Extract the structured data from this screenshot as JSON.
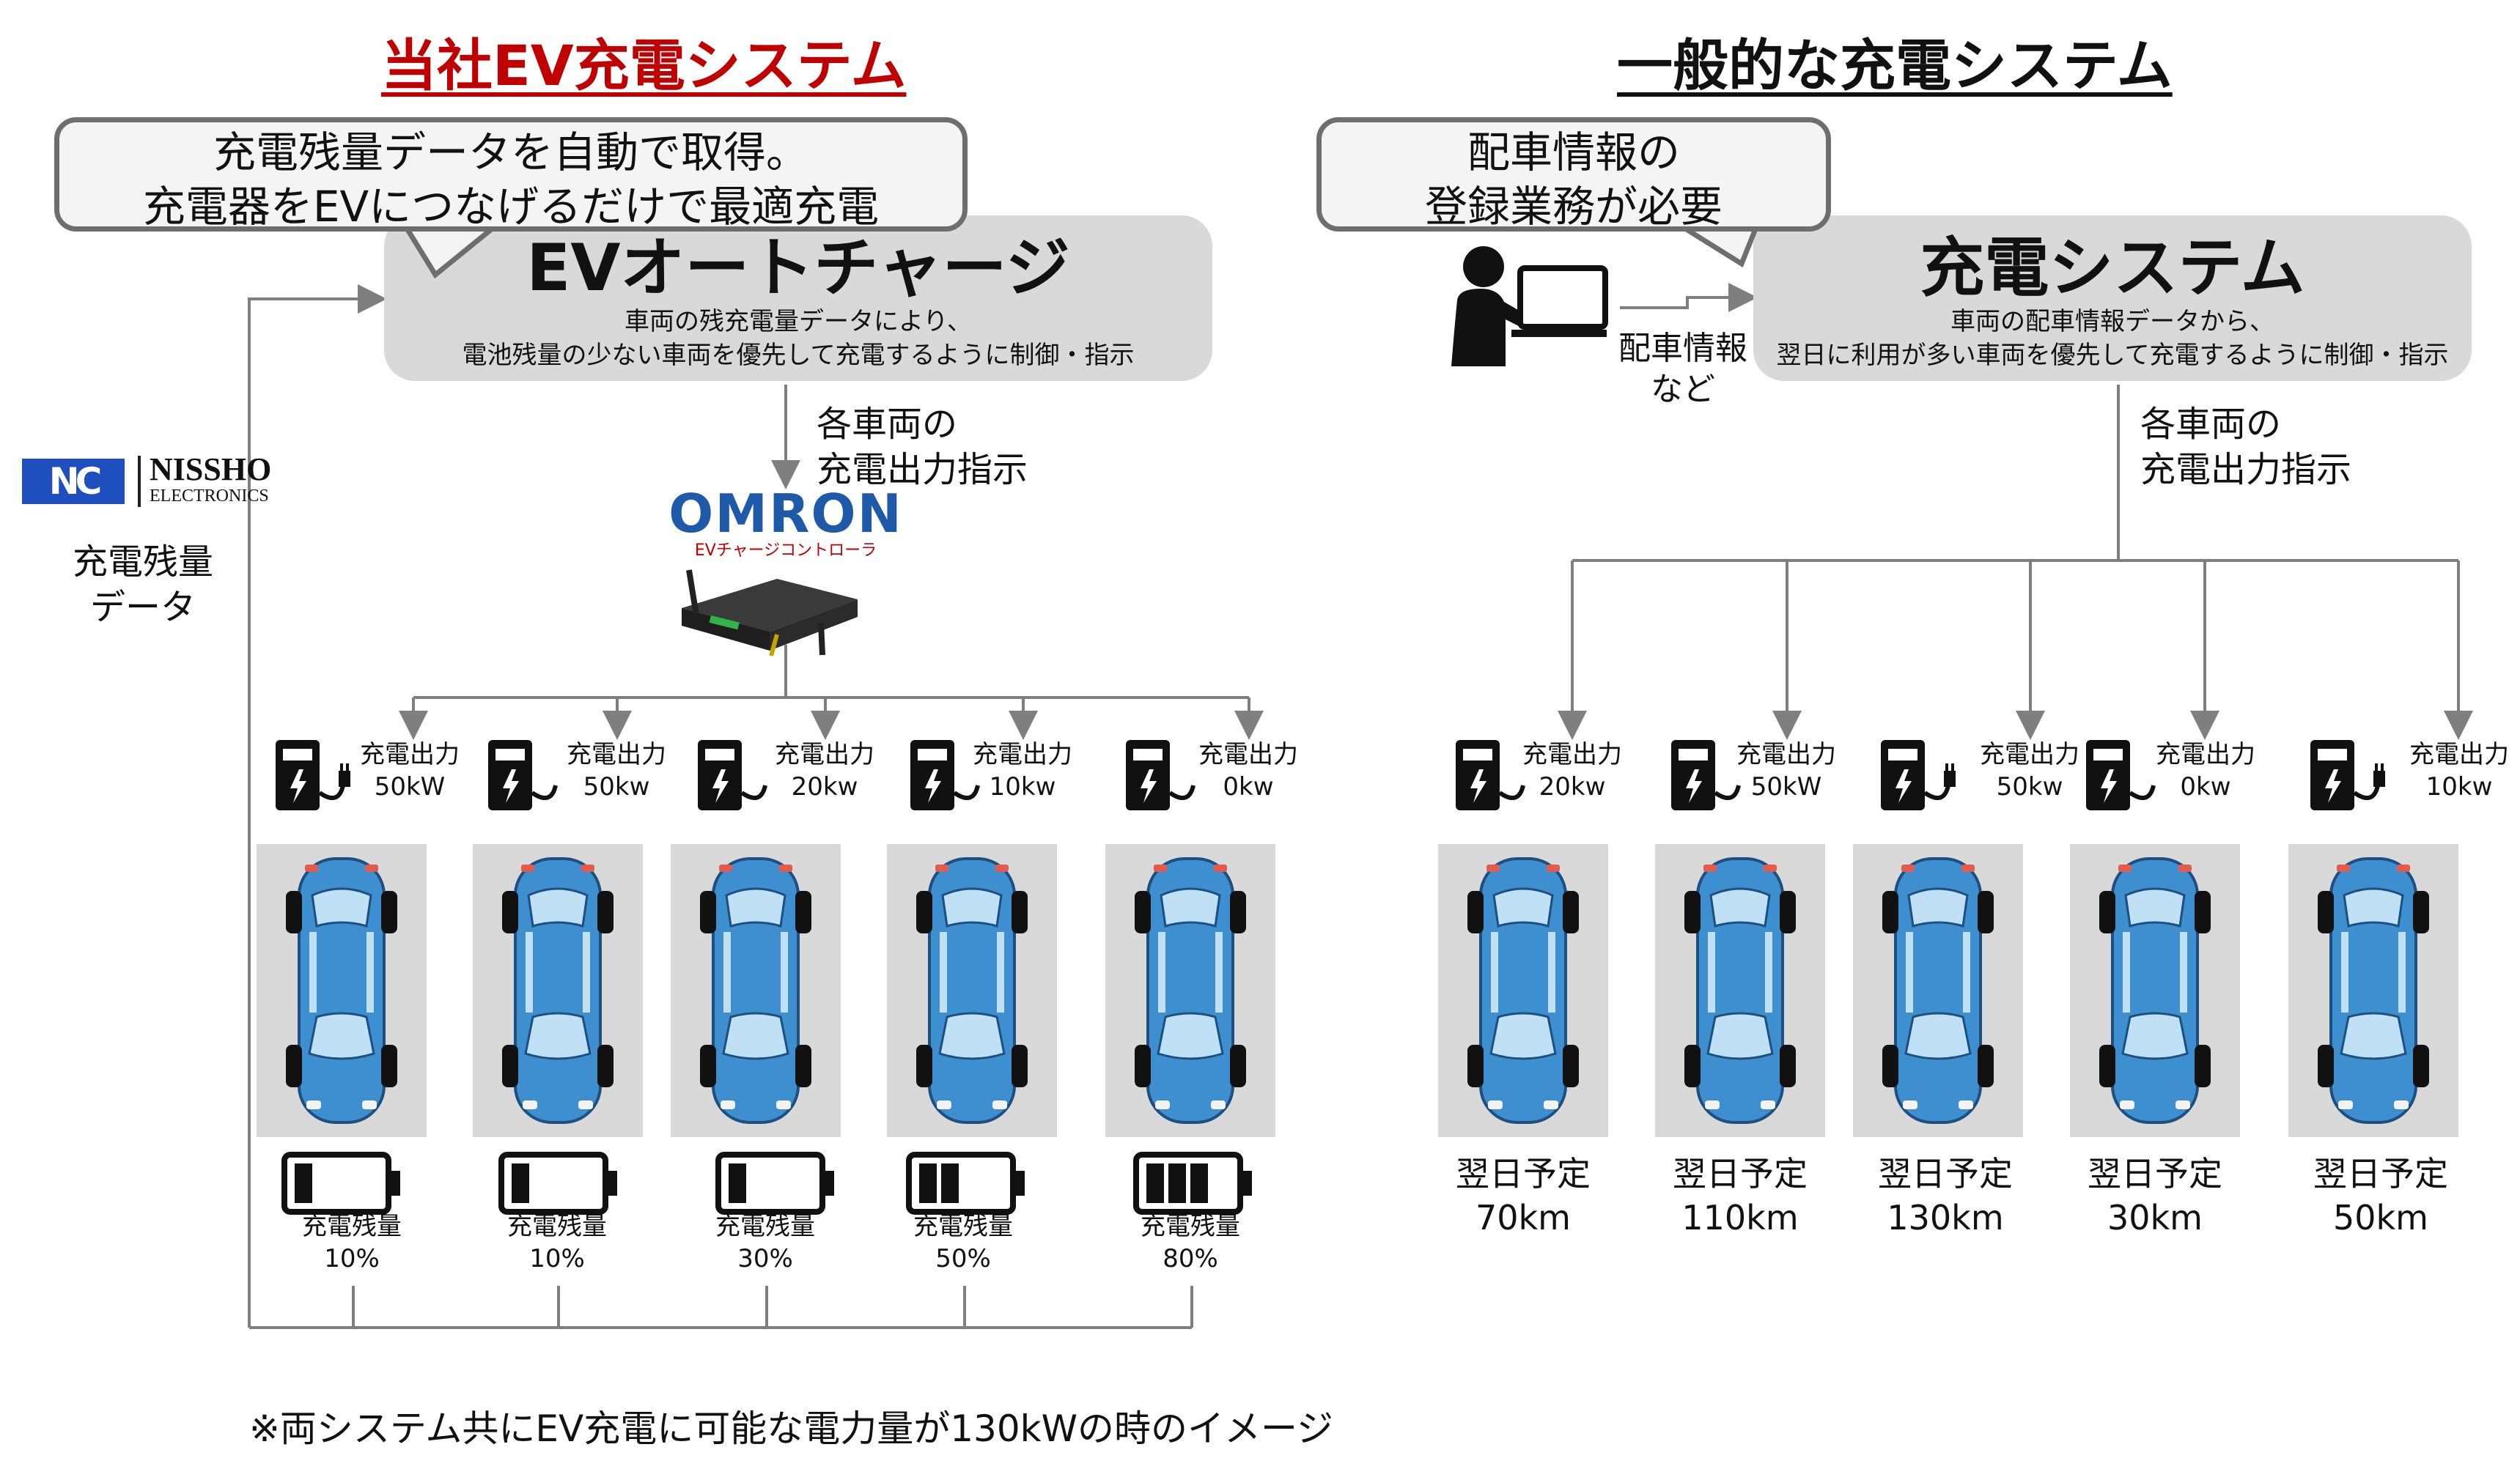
{
  "left": {
    "title": "当社EV充電システム",
    "callout_line1": "充電残量データを自動で取得。",
    "callout_line2": "充電器をEVにつなげるだけで最適充電",
    "system_name": "EVオートチャージ",
    "system_desc_line1": "車両の残充電量データにより、",
    "system_desc_line2": "電池残量の少ない車両を優先して充電するように制御・指示",
    "instruction_line1": "各車両の",
    "instruction_line2": "充電出力指示",
    "nissho_line1": "NISSHO",
    "nissho_line2": "ELECTRONICS",
    "remaining_data_line1": "充電残量",
    "remaining_data_line2": "データ",
    "omron_logo": "OMRON",
    "omron_sub": "EVチャージコントローラ",
    "chargers": [
      {
        "label": "充電出力",
        "value": "50kW"
      },
      {
        "label": "充電出力",
        "value": "50kw"
      },
      {
        "label": "充電出力",
        "value": "20kw"
      },
      {
        "label": "充電出力",
        "value": "10kw"
      },
      {
        "label": "充電出力",
        "value": "0kw"
      }
    ],
    "batteries": [
      {
        "label": "充電残量",
        "value": "10%",
        "level": 0.1
      },
      {
        "label": "充電残量",
        "value": "10%",
        "level": 0.1
      },
      {
        "label": "充電残量",
        "value": "30%",
        "level": 0.3
      },
      {
        "label": "充電残量",
        "value": "50%",
        "level": 0.5
      },
      {
        "label": "充電残量",
        "value": "80%",
        "level": 0.8
      }
    ]
  },
  "right": {
    "title": "一般的な充電システム",
    "callout_line1": "配車情報の",
    "callout_line2": "登録業務が必要",
    "system_name": "充電システム",
    "system_desc_line1": "車両の配車情報データから、",
    "system_desc_line2": "翌日に利用が多い車両を優先して充電するように制御・指示",
    "dispatch_line1": "配車情報",
    "dispatch_line2": "など",
    "instruction_line1": "各車両の",
    "instruction_line2": "充電出力指示",
    "chargers": [
      {
        "label": "充電出力",
        "value": "20kw"
      },
      {
        "label": "充電出力",
        "value": "50kW"
      },
      {
        "label": "充電出力",
        "value": "50kw"
      },
      {
        "label": "充電出力",
        "value": "0kw"
      },
      {
        "label": "充電出力",
        "value": "10kw"
      }
    ],
    "plans": [
      {
        "label": "翌日予定",
        "value": "70km"
      },
      {
        "label": "翌日予定",
        "value": "110km"
      },
      {
        "label": "翌日予定",
        "value": "130km"
      },
      {
        "label": "翌日予定",
        "value": "30km"
      },
      {
        "label": "翌日予定",
        "value": "50km"
      }
    ]
  },
  "footnote": "※両システム共にEV充電に可能な電力量が130kWの時のイメージ",
  "colors": {
    "title_red": "#c00000",
    "car_blue": "#3d8fd0",
    "box_gray": "#d9d9d9",
    "line_gray": "#7f7f7f",
    "omron_blue": "#1f5aa8",
    "nissho_blue": "#1f4fbf"
  }
}
